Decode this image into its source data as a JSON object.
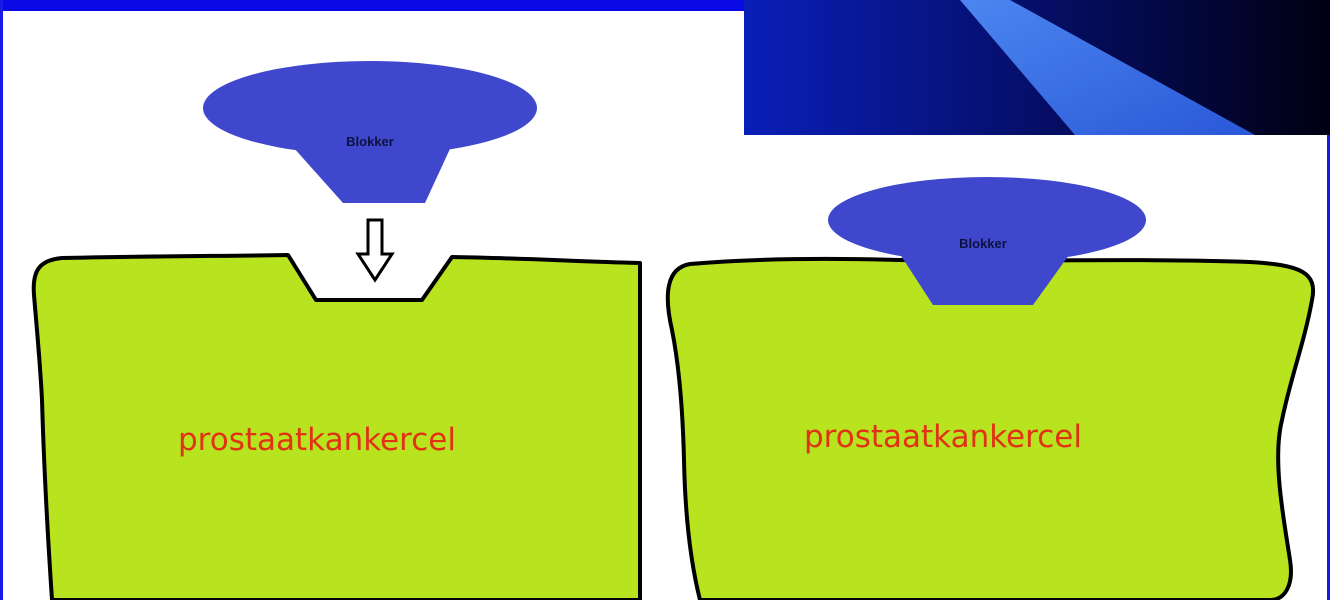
{
  "colors": {
    "top_bar": "#0a0ae6",
    "cell_fill": "#b8e31f",
    "blocker_fill": "#3f48cc",
    "cell_label": "#e03214",
    "blocker_label": "#0d1140",
    "outline": "#000000",
    "banner_dark": "#000018",
    "banner_mid": "#0b1da8",
    "banner_light": "#3b6fe6"
  },
  "left_panel": {
    "blocker_label": "Blokker",
    "cell_label": "prostaatkankercel",
    "arrow": "down-arrow-icon"
  },
  "right_panel": {
    "blocker_label": "Blokker",
    "cell_label": "prostaatkankercel"
  }
}
